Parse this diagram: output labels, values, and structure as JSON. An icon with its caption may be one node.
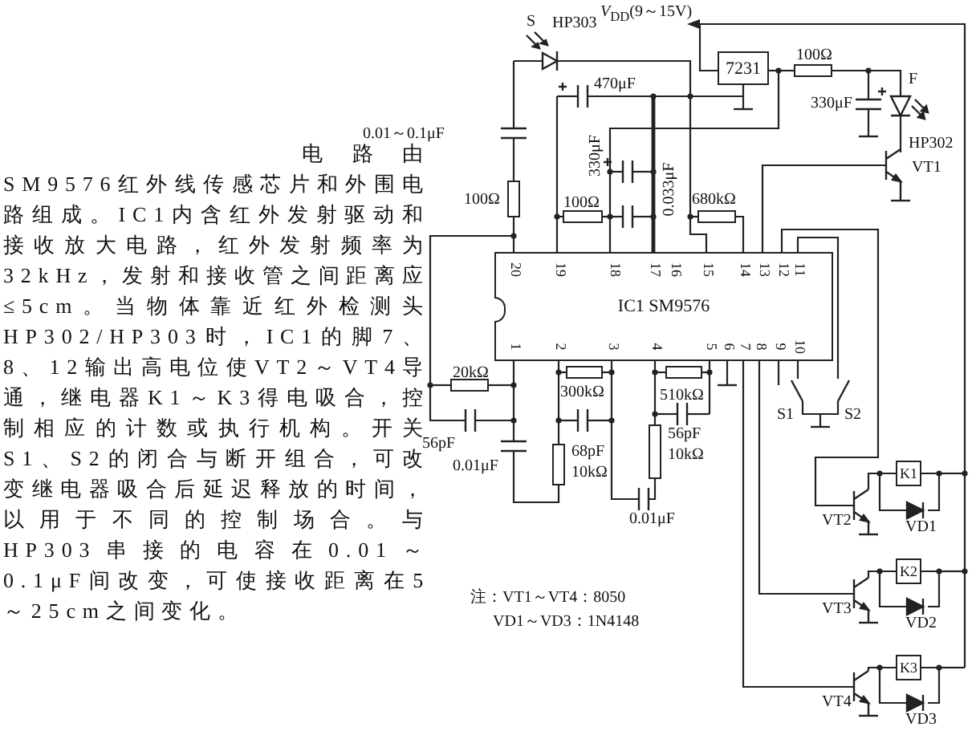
{
  "diagram": {
    "nodes": [
      {
        "text": [
          "20",
          "19",
          "18",
          "17",
          "16",
          "15",
          "14",
          "13",
          "12",
          "11",
          "IC1 SM9576",
          "1",
          "2",
          "3",
          "4",
          "5",
          "6",
          "7",
          "8",
          "9",
          "10"
        ]
      },
      {
        "text": [
          "7231"
        ]
      },
      {
        "text": [
          "K1"
        ]
      },
      {
        "text": [
          "K2"
        ]
      },
      {
        "text": [
          "K3"
        ]
      }
    ],
    "labels": [
      "电路由SM9576红外线传感芯片和外围电路组成。IC1内含红外发射驱动和接收放大电路，红外发射频率为32kHz，发射和接收管之间距离应≤5cm。当物体靠近红外检测头HP302/HP303时，IC1的脚7、8、12输出高电位使VT2～VT4导通，继电器K1～K3得电吸合，控制相应的计数或执行机构。开关S1、S2的闭合与断开组合，可改变继电器吸合后延迟释放的时间，以用于不同的控制场合。与HP303串接的电容在0.01～0.1μF间改变，可使接收距离在5～25cm之间变化。",
      "*V*$_{DD}$(9～15V)",
      "S",
      "HP303",
      "100Ω",
      "470μF",
      "F",
      "330μF",
      "HP302",
      "0.01～0.1μF",
      "330μF",
      "0.033μF",
      "VT1",
      "100Ω",
      "100Ω",
      "680kΩ",
      "20kΩ",
      "300kΩ",
      "510kΩ",
      "56pF",
      "0.01μF",
      "68pF",
      "10kΩ",
      "56pF",
      "10kΩ",
      "S1",
      "S2",
      "VT2",
      "VD1",
      "VT3",
      "VD2",
      "0.01μF",
      "注：VT1～VT4：8050",
      "VD1～VD3：1N4148",
      "VT4",
      "VD3"
    ]
  }
}
